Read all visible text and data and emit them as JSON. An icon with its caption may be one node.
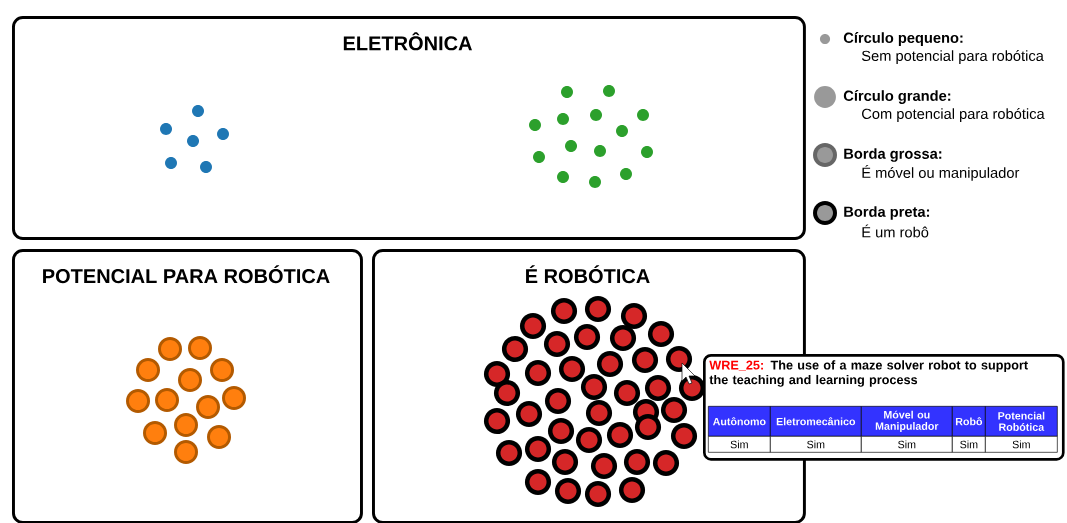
{
  "diagram": {
    "nodes": [
      {
        "text": [
          "ELETRÔNICA"
        ]
      },
      {
        "text": [
          "POTENCIAL PARA ROBÓTICA"
        ]
      },
      {
        "text": [
          "É ROBÓTICA"
        ]
      },
      {
        "text": [
          "WRE_25:",
          "The use of a maze solver robot to support the teaching and learning process"
        ]
      }
    ],
    "labels": [
      "Sem potencial para robótica",
      "Com potencial para robótica",
      "É móvel ou manipulador",
      "É um robô",
      "Autônomo",
      "Eletromecânico",
      "Móvel ou Manipulador",
      "Robô",
      "Potencial Robótica",
      "Sim",
      "Sim",
      "Sim",
      "Sim",
      "Sim"
    ],
    "legend": [
      {
        "text": "Círculo pequeno:"
      },
      {
        "text": "Círculo grande:"
      },
      {
        "text": "Borda grossa:"
      },
      {
        "text": "Borda preta:"
      }
    ]
  }
}
